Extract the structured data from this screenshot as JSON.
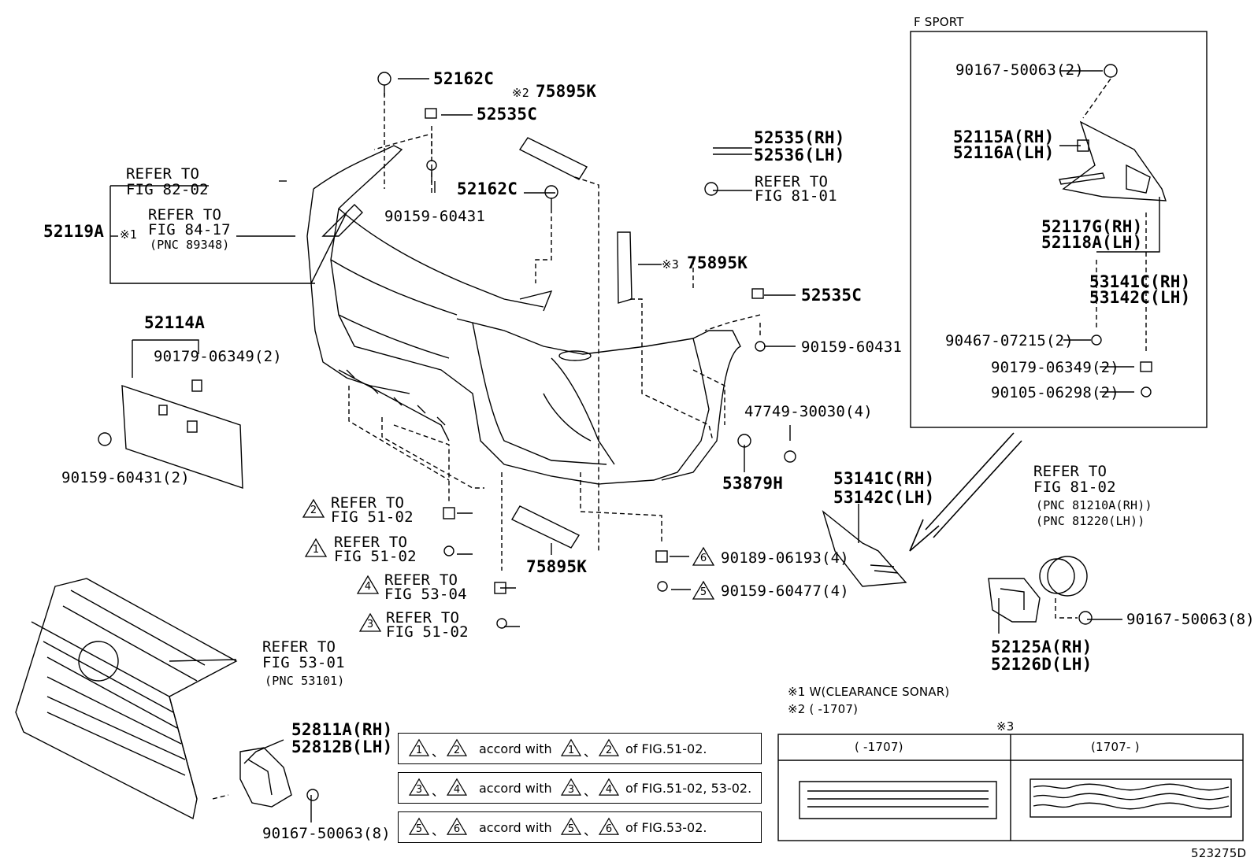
{
  "fsport": {
    "title": "F SPORT"
  },
  "parts": {
    "p52162c_top": "52162C",
    "p52535c_top": "52535C",
    "p75895k_top": "75895K",
    "p75895k_top_mark": "※2",
    "p52162c_mid": "52162C",
    "p90159_60431_top": "90159-60431",
    "p52535_rh": "52535(RH)",
    "p52536_lh": "52536(LH)",
    "ref_81_01_a": "REFER TO",
    "ref_81_01_b": "FIG 81-01",
    "ref_82_02_a": "REFER TO",
    "ref_82_02_b": "FIG 82-02",
    "p52119a": "52119A",
    "p52119a_mark": "※1",
    "ref_84_17_a": "REFER TO",
    "ref_84_17_b": "FIG 84-17",
    "ref_84_17_c": "(PNC 89348)",
    "p75895k_mid_mark": "※3",
    "p75895k_mid": "75895K",
    "p52535c_right": "52535C",
    "p90159_60431_right": "90159-60431",
    "p52114a": "52114A",
    "p90179_06349": "90179-06349(2)",
    "p90159_60431_2": "90159-60431(2)",
    "p47749": "47749-30030(4)",
    "p53879h": "53879H",
    "ref_51_02_a": "REFER TO",
    "ref_51_02_b": "FIG 51-02",
    "ref_51_02_c": "REFER TO",
    "ref_51_02_d": "FIG 51-02",
    "ref_53_04_a": "REFER TO",
    "ref_53_04_b": "FIG 53-04",
    "ref_51_02_e": "REFER TO",
    "ref_51_02_f": "FIG 51-02",
    "p75895k_bot": "75895K",
    "p90189": "90189-06193(4)",
    "p90159_60477": "90159-60477(4)",
    "p53141c_rh": "53141C(RH)",
    "p53142c_lh": "53142C(LH)",
    "ref_81_02_a": "REFER TO",
    "ref_81_02_b": "FIG 81-02",
    "ref_81_02_c": "(PNC 81210A(RH))",
    "ref_81_02_d": "(PNC 81220(LH))",
    "p90167_50063_8_right": "90167-50063(8)",
    "p52125a_rh": "52125A(RH)",
    "p52126d_lh": "52126D(LH)",
    "ref_53_01_a": "REFER TO",
    "ref_53_01_b": "FIG 53-01",
    "ref_53_01_c": "(PNC 53101)",
    "p52811a_rh": "52811A(RH)",
    "p52812b_lh": "52812B(LH)",
    "p90167_50063_8_bot": "90167-50063(8)",
    "fs_90167": "90167-50063(2)",
    "fs_52115a": "52115A(RH)",
    "fs_52116a": "52116A(LH)",
    "fs_52117g": "52117G(RH)",
    "fs_52118a": "52118A(LH)",
    "fs_53141c": "53141C(RH)",
    "fs_53142c": "53142C(LH)",
    "fs_90467": "90467-07215(2)",
    "fs_90179": "90179-06349(2)",
    "fs_90105": "90105-06298(2)"
  },
  "markers": {
    "m1": "1",
    "m2": "2",
    "m3": "3",
    "m4": "4",
    "m5": "5",
    "m6": "6"
  },
  "notes": {
    "n1": "※1 W(CLEARANCE SONAR)",
    "n2": "※2 (      -1707)",
    "n3_mark": "※3",
    "col1": "(     -1707)",
    "col2": "(1707-     )",
    "row1_sep": "、",
    "row_accord": "accord with",
    "row1_of": "of FIG.51-02.",
    "row2_of": "of FIG.51-02, 53-02.",
    "row3_of": "of FIG.53-02."
  },
  "diagram_id": "523275D"
}
